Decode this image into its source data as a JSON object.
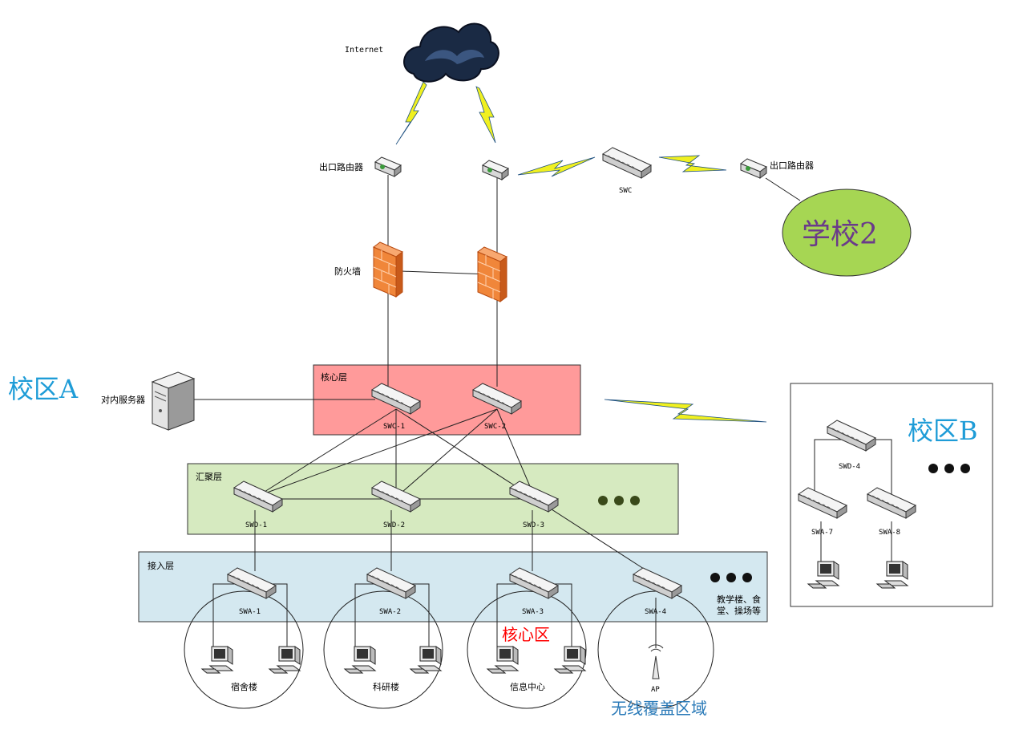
{
  "internet": {
    "label": "Internet"
  },
  "routers": {
    "left_label": "出口路由器",
    "right_label": "出口路由器"
  },
  "swc_label": "SWC",
  "school2": {
    "label": "学校2"
  },
  "firewall": {
    "label": "防火墙"
  },
  "campus_a": {
    "label": "校区A"
  },
  "campus_b": {
    "label": "校区B"
  },
  "server": {
    "label": "对内服务器"
  },
  "core_layer": {
    "label": "核心层",
    "switches": [
      "SWC-1",
      "SWC-2"
    ]
  },
  "agg_layer": {
    "label": "汇聚层",
    "switches": [
      "SWD-1",
      "SWD-2",
      "SWD-3"
    ]
  },
  "access_layer": {
    "label": "接入层",
    "switches": [
      "SWA-1",
      "SWA-2",
      "SWA-3",
      "SWA-4"
    ],
    "note_line1": "教学楼、食",
    "note_line2": "堂、操场等"
  },
  "zones": {
    "dorm": "宿舍楼",
    "research": "科研楼",
    "info_center": "信息中心",
    "core_zone": "核心区",
    "ap": "AP",
    "wireless": "无线覆盖区域"
  },
  "campus_b_switches": {
    "swd": "SWD-4",
    "swa7": "SWA-7",
    "swa8": "SWA-8"
  },
  "colors": {
    "core_fill": "#ff9a9a",
    "agg_fill": "#d6eac0",
    "access_fill": "#d4e8f0",
    "school2_fill": "#a6d653",
    "campus_label": "#1e9cd7",
    "core_zone_text": "#ff0000",
    "wireless_text": "#2a7ab8",
    "lightning": "#f0f020",
    "firewall": "#f07a2a"
  }
}
